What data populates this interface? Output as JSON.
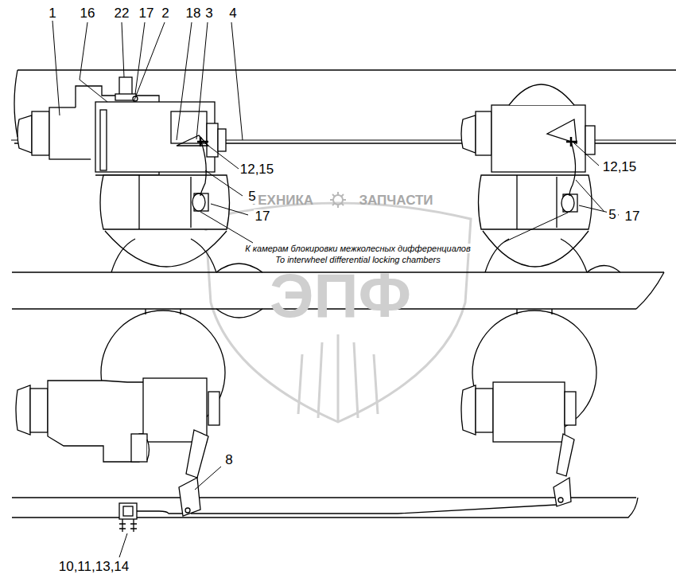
{
  "diagram": {
    "labels": [
      "1",
      "16",
      "22",
      "17",
      "2",
      "18",
      "3",
      "4",
      "12,15",
      "12,15",
      "ТЕХНИКА",
      "ЗАПЧАСТИ",
      "5",
      "5",
      "17",
      "17",
      "К камерам блокировки межколесных дифференциалов",
      "To interwheel differential locking chambers",
      "ЭПФ",
      "8",
      "10,11,13,14"
    ]
  }
}
